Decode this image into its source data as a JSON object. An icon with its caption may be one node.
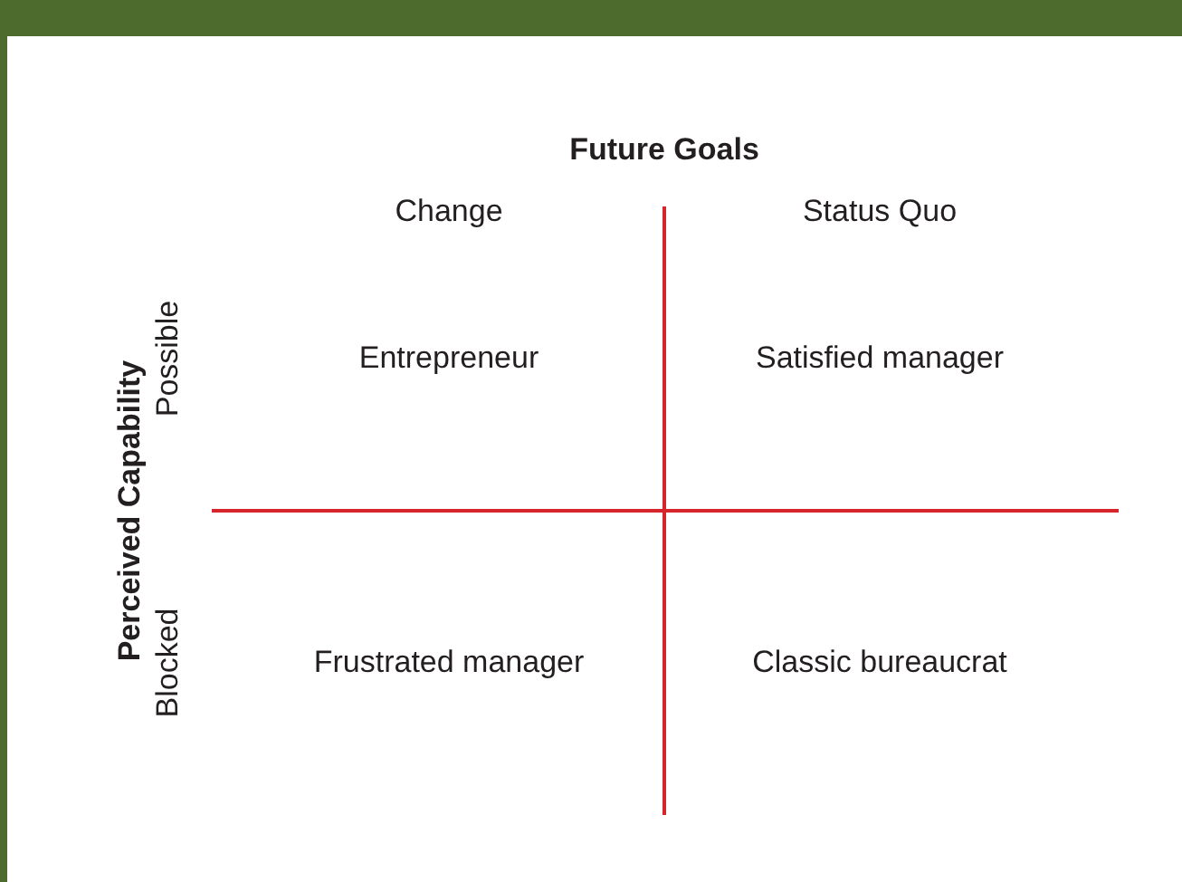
{
  "diagram": {
    "labels": [
      "Future Goals",
      "Change",
      "Status Quo",
      "Perceived Capability",
      "Possible",
      "Blocked",
      "Entrepreneur",
      "Satisfied manager",
      "Frustrated manager",
      "Classic bureaucrat"
    ]
  }
}
